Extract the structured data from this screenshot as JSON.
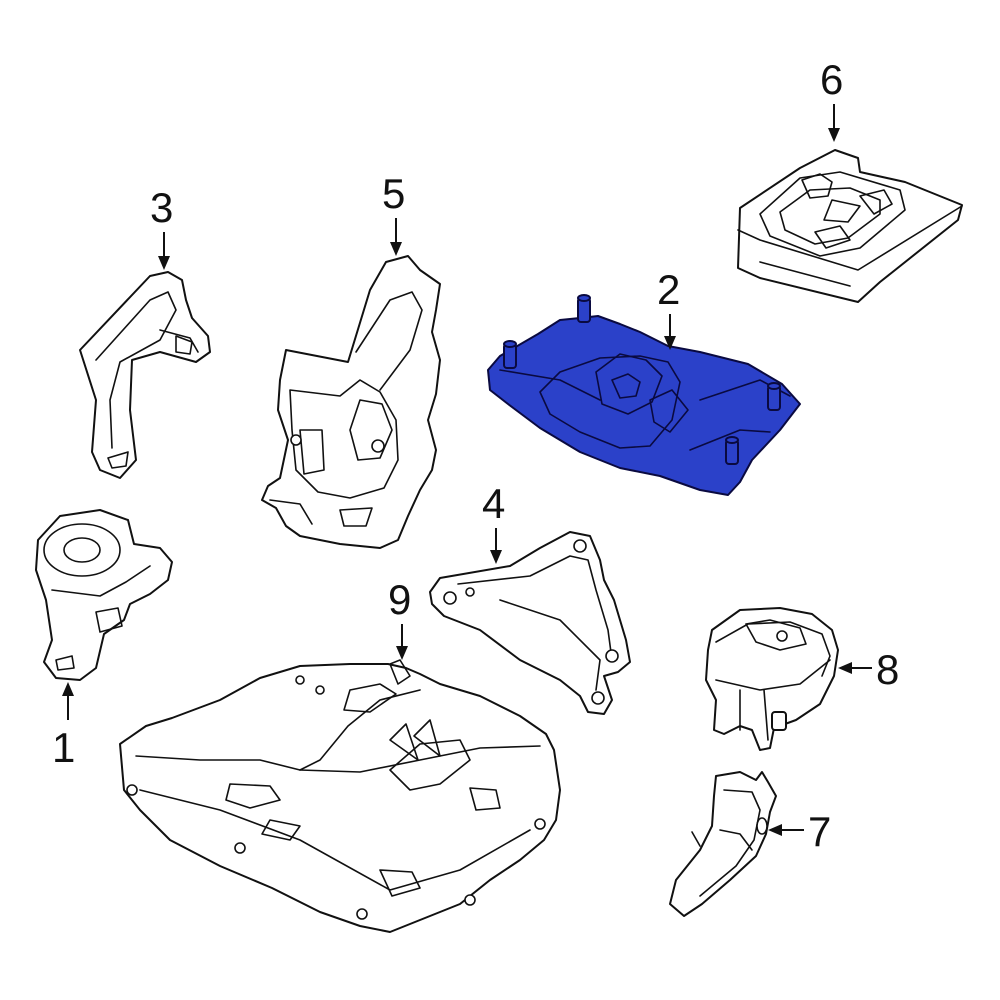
{
  "diagram": {
    "highlight_color": "#2b41c9",
    "line_color": "#111111",
    "background": "#ffffff",
    "highlighted_part": "2",
    "callouts": [
      {
        "id": "c1",
        "label": "1",
        "part": "engine-mount-left"
      },
      {
        "id": "c2",
        "label": "2",
        "part": "transmission-mount-bracket"
      },
      {
        "id": "c3",
        "label": "3",
        "part": "mount-bracket-arm"
      },
      {
        "id": "c4",
        "label": "4",
        "part": "mount-bracket-plate"
      },
      {
        "id": "c5",
        "label": "5",
        "part": "engine-mount-bracket"
      },
      {
        "id": "c6",
        "label": "6",
        "part": "mount-cover"
      },
      {
        "id": "c7",
        "label": "7",
        "part": "torque-rod-bracket"
      },
      {
        "id": "c8",
        "label": "8",
        "part": "rear-mount"
      },
      {
        "id": "c9",
        "label": "9",
        "part": "skid-plate"
      }
    ]
  }
}
